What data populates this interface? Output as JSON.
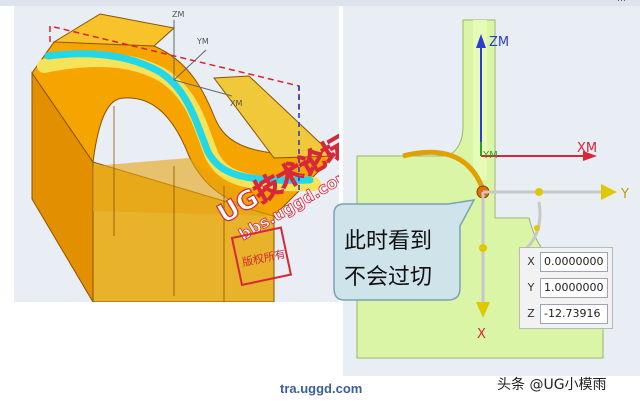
{
  "header": {
    "corner_text": "…"
  },
  "left_viewport": {
    "axes": {
      "zm": "ZM",
      "ym": "YM",
      "xm": "XM"
    }
  },
  "watermark": {
    "brand": "UG技术论坛",
    "site": "bbs.uggd.com",
    "stamp": "版权所有"
  },
  "right_viewport": {
    "axes": {
      "zm": "ZM",
      "ym": "YM",
      "xm": "XM",
      "y": "Y",
      "x": "X"
    },
    "callout": {
      "line1": "此时看到",
      "line2": "不会过切"
    }
  },
  "coordinate_panel": {
    "rows": [
      {
        "axis": "X",
        "value": "0.0000000"
      },
      {
        "axis": "Y",
        "value": "1.0000000"
      },
      {
        "axis": "Z",
        "value": "-12.73916"
      }
    ]
  },
  "footer": {
    "link": "tra.uggd.com",
    "attribution": "头条 @UG小模雨"
  },
  "colors": {
    "part_orange": "#f0a000",
    "toolpath_cyan": "#22d8e8",
    "axis_blue": "#2a3fd0",
    "axis_red": "#d8263a",
    "axis_yellow": "#c8b400",
    "callout_bg": "#cfe3ea"
  }
}
